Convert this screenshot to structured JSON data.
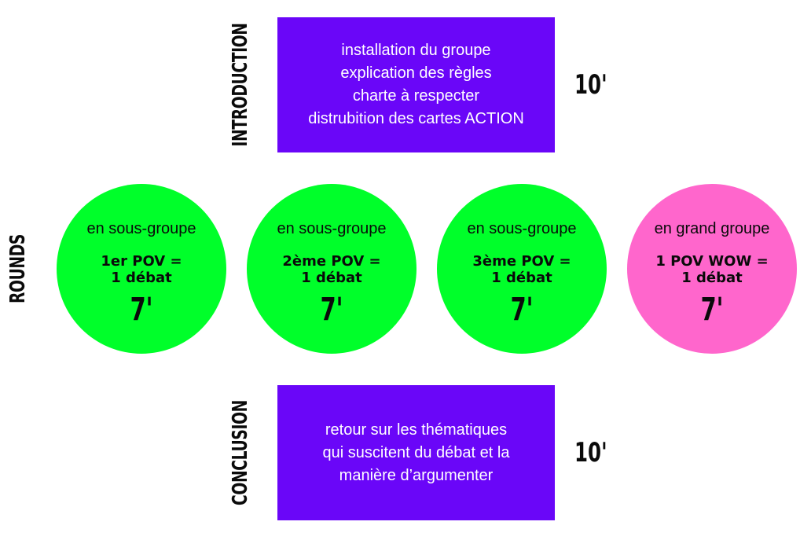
{
  "introduction": {
    "label": "INTRODUCTION",
    "lines": [
      "installation du groupe",
      "explication des règles",
      "charte à respecter",
      "distrubition des cartes ACTION"
    ],
    "duration": "10'"
  },
  "rounds": {
    "label": "ROUNDS",
    "items": [
      {
        "subtitle": "en sous-groupe",
        "pov_line1": "1er POV =",
        "pov_line2": "1 débat",
        "time": "7'",
        "color": "#00ff2a"
      },
      {
        "subtitle": "en sous-groupe",
        "pov_line1": "2ème POV =",
        "pov_line2": "1 débat",
        "time": "7'",
        "color": "#00ff2a"
      },
      {
        "subtitle": "en sous-groupe",
        "pov_line1": "3ème POV =",
        "pov_line2": "1 débat",
        "time": "7'",
        "color": "#00ff2a"
      },
      {
        "subtitle": "en grand groupe",
        "pov_line1": "1 POV WOW =",
        "pov_line2": "1 débat",
        "time": "7'",
        "color": "#ff66cc"
      }
    ]
  },
  "conclusion": {
    "label": "CONCLUSION",
    "lines": [
      "retour sur les thématiques",
      "qui suscitent du débat et la",
      "manière d’argumenter"
    ],
    "duration": "10'"
  },
  "colors": {
    "box": "#6a06f8",
    "green": "#00ff2a",
    "pink": "#ff66cc",
    "text": "#0a0a0a"
  }
}
